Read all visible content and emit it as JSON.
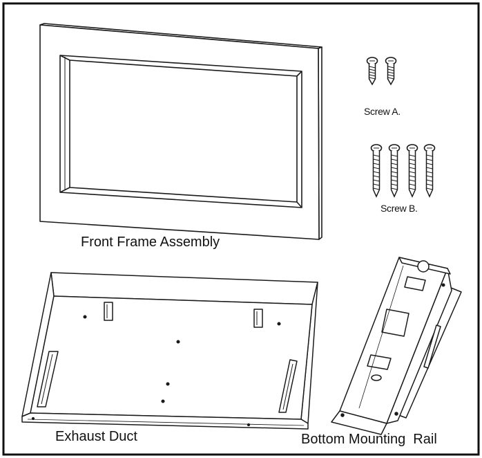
{
  "parts": {
    "front_frame": {
      "label": "Front Frame Assembly"
    },
    "screw_a": {
      "label": "Screw A.",
      "count": 2
    },
    "screw_b": {
      "label": "Screw B.",
      "count": 4
    },
    "exhaust_duct": {
      "label": "Exhaust Duct"
    },
    "mounting_rail": {
      "label": "Bottom Mounting  Rail"
    }
  },
  "colors": {
    "line": "#1a1a1a",
    "paper": "#ffffff"
  }
}
